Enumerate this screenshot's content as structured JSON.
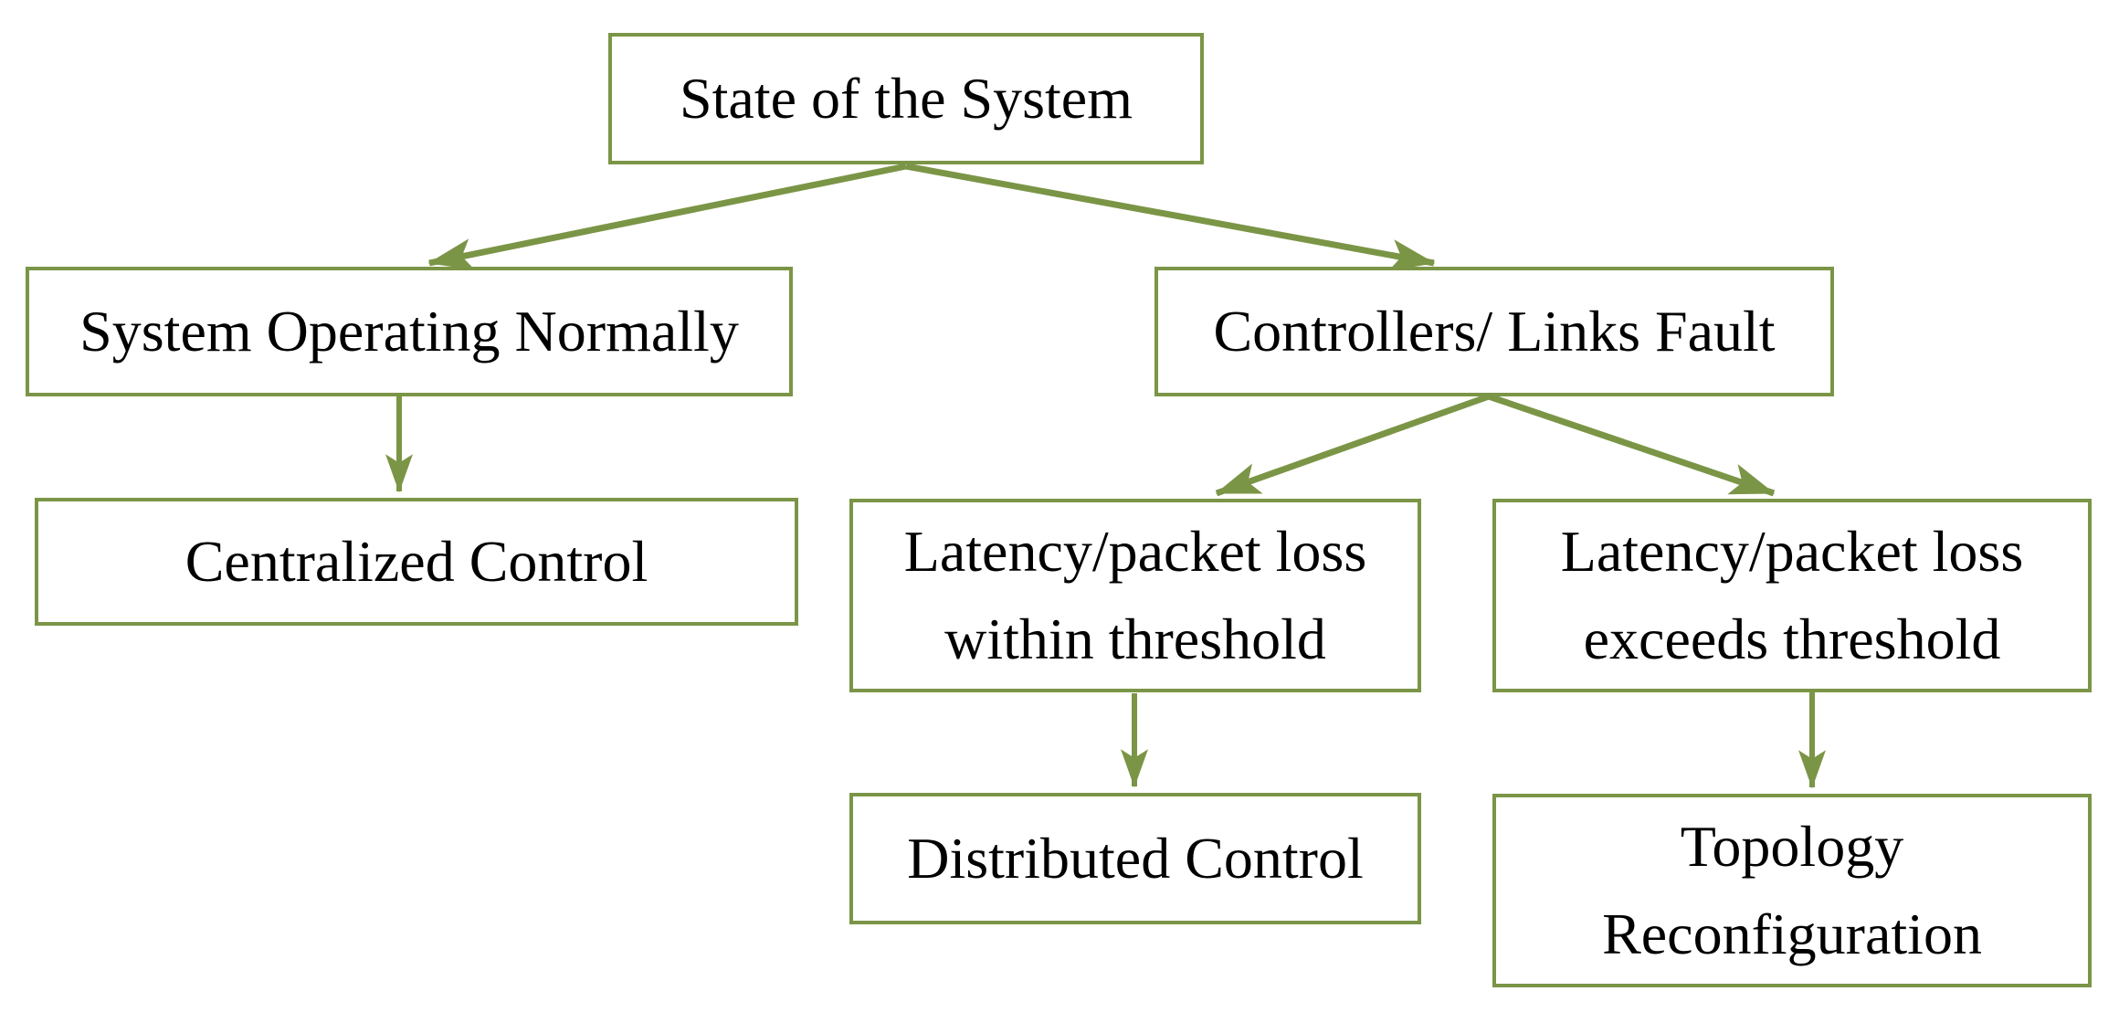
{
  "colors": {
    "accent": "#7B9546",
    "text": "#000000",
    "background": "#FFFFFF"
  },
  "diagram": {
    "type": "flowchart",
    "nodes": {
      "state": {
        "label": "State of the System"
      },
      "normal": {
        "label": "System Operating Normally"
      },
      "fault": {
        "label": "Controllers/ Links Fault"
      },
      "centralized": {
        "label": "Centralized Control"
      },
      "within": {
        "label": "Latency/packet loss\nwithin threshold"
      },
      "exceeds": {
        "label": "Latency/packet loss\nexceeds threshold"
      },
      "distributed": {
        "label": "Distributed Control"
      },
      "topology": {
        "label": "Topology\nReconfiguration"
      }
    },
    "edges": [
      {
        "from": "state",
        "to": "normal"
      },
      {
        "from": "state",
        "to": "fault"
      },
      {
        "from": "normal",
        "to": "centralized"
      },
      {
        "from": "fault",
        "to": "within"
      },
      {
        "from": "fault",
        "to": "exceeds"
      },
      {
        "from": "within",
        "to": "distributed"
      },
      {
        "from": "exceeds",
        "to": "topology"
      }
    ]
  }
}
